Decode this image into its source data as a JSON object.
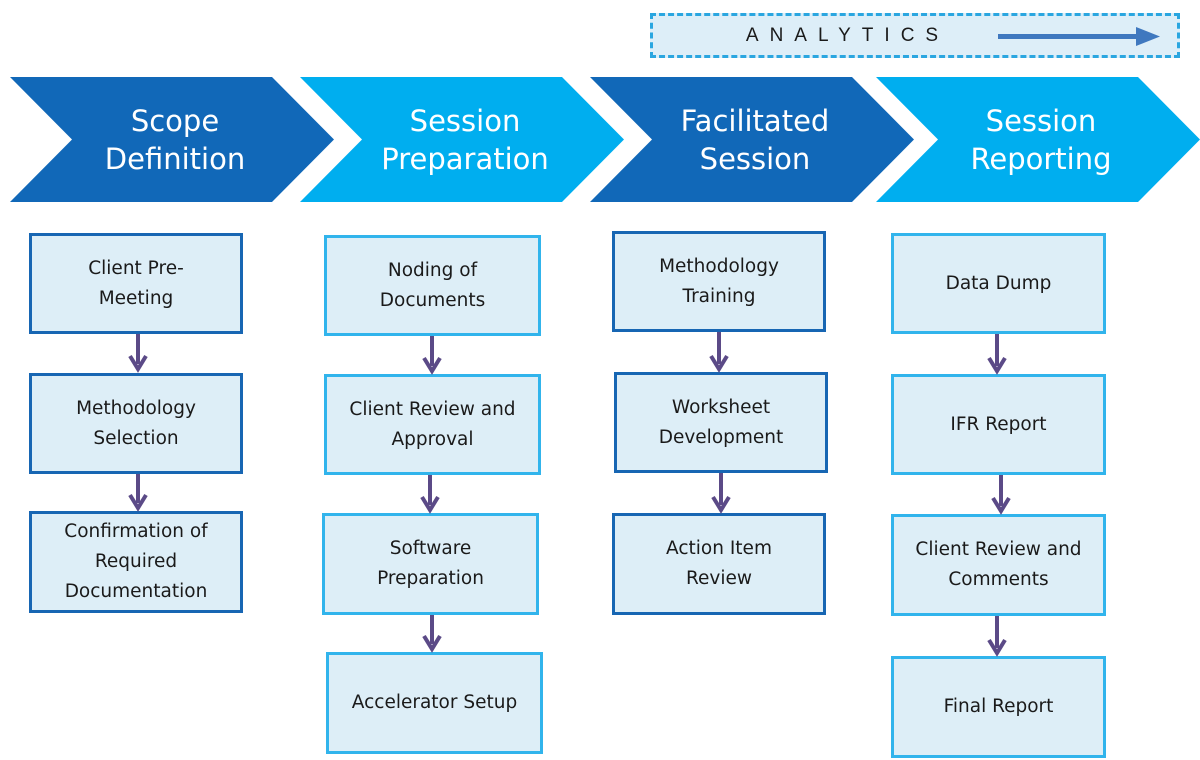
{
  "banner": {
    "label": "ANALYTICS",
    "colors": {
      "fill": "#ddeef8",
      "border": "#2aa6e0",
      "arrow": "#3f78bf"
    }
  },
  "phases": [
    {
      "title": "Scope\nDefinition",
      "color": "#1168b8"
    },
    {
      "title": "Session\nPreparation",
      "color": "#00aeef"
    },
    {
      "title": "Facilitated\nSession",
      "color": "#1168b8"
    },
    {
      "title": "Session\nReporting",
      "color": "#00aeef"
    }
  ],
  "steps": {
    "scope": [
      "Client Pre-\nMeeting",
      "Methodology\nSelection",
      "Confirmation of\nRequired\nDocumentation"
    ],
    "preparation": [
      "Noding of\nDocuments",
      "Client Review and\nApproval",
      "Software\nPreparation",
      "Accelerator Setup"
    ],
    "facilitated": [
      "Methodology\nTraining",
      "Worksheet\nDevelopment",
      "Action Item\nReview"
    ],
    "reporting": [
      "Data Dump",
      "IFR Report",
      "Client Review and\nComments",
      "Final Report"
    ]
  },
  "colors": {
    "connector": "#5b4a87",
    "box_fill": "#ddeef7"
  }
}
